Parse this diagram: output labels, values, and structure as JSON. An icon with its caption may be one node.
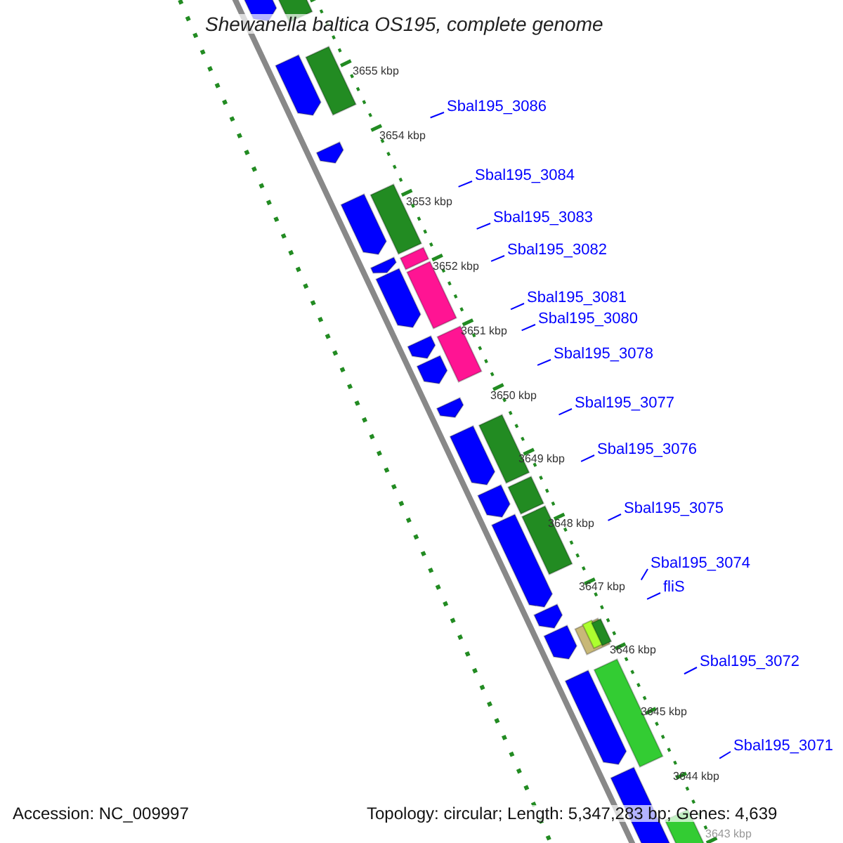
{
  "diagram": {
    "title": "Shewanella baltica OS195, complete genome",
    "nodes": [
      {
        "text": [
          "Sbal195_3086"
        ]
      },
      {
        "text": [
          "Sbal195_3084"
        ]
      },
      {
        "text": [
          "Sbal195_3083"
        ]
      },
      {
        "text": [
          "Sbal195_3082"
        ]
      },
      {
        "text": [
          "Sbal195_3081"
        ]
      },
      {
        "text": [
          "Sbal195_3080"
        ]
      },
      {
        "text": [
          "Sbal195_3078"
        ]
      },
      {
        "text": [
          "Sbal195_3077"
        ]
      },
      {
        "text": [
          "Sbal195_3076"
        ]
      },
      {
        "text": [
          "Sbal195_3075"
        ]
      },
      {
        "text": [
          "Sbal195_3074"
        ]
      },
      {
        "text": [
          "fliS"
        ]
      },
      {
        "text": [
          "Sbal195_3072"
        ]
      },
      {
        "text": [
          "Sbal195_3071"
        ]
      }
    ],
    "edges": [
      {
        "from": 0,
        "to": null,
        "arrow": "none"
      },
      {
        "from": 1,
        "to": null,
        "arrow": "none"
      },
      {
        "from": 2,
        "to": null,
        "arrow": "none"
      },
      {
        "from": 3,
        "to": null,
        "arrow": "none"
      },
      {
        "from": 4,
        "to": null,
        "arrow": "none"
      },
      {
        "from": 5,
        "to": null,
        "arrow": "none"
      },
      {
        "from": 6,
        "to": null,
        "arrow": "none"
      },
      {
        "from": 7,
        "to": null,
        "arrow": "none"
      },
      {
        "from": 8,
        "to": null,
        "arrow": "none"
      },
      {
        "from": 9,
        "to": null,
        "arrow": "none"
      },
      {
        "from": 10,
        "to": null,
        "arrow": "none"
      },
      {
        "from": 11,
        "to": null,
        "arrow": "none"
      },
      {
        "from": 12,
        "to": null,
        "arrow": "none"
      },
      {
        "from": 13,
        "to": null,
        "arrow": "none"
      }
    ],
    "labels": [
      "3655 kbp",
      "3654 kbp",
      "3653 kbp",
      "3652 kbp",
      "3651 kbp",
      "3650 kbp",
      "3649 kbp",
      "3648 kbp",
      "3647 kbp",
      "3646 kbp",
      "3645 kbp",
      "3644 kbp",
      "3643 kbp",
      "Accession: NC_009997",
      "Topology: circular; Length: 5,347,283 bp; Genes: 4,639"
    ]
  }
}
